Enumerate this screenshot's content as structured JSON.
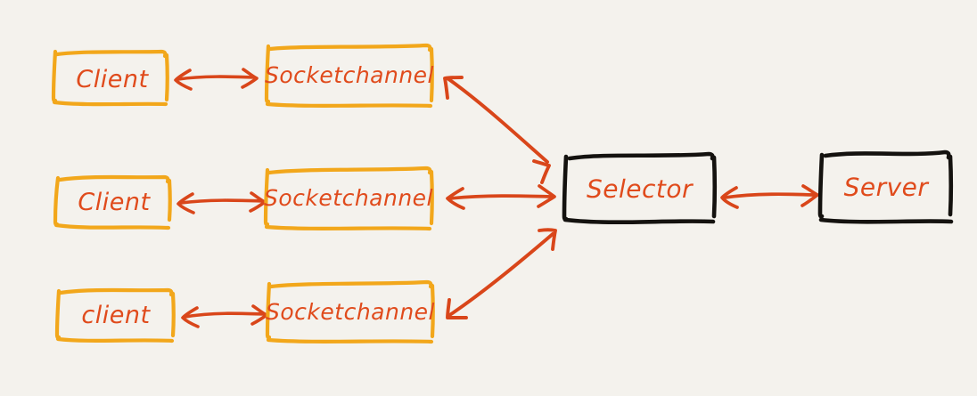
{
  "diagram": {
    "title": "Java NIO Selector multiplexing diagram",
    "background_color": "#f4f2ed",
    "palette": {
      "amber_box_stroke": "#f2a71b",
      "orange_text": "#e04b1c",
      "orange_arrow": "#d9461a",
      "black_box_stroke": "#14120f"
    },
    "style": "hand-drawn sketch"
  },
  "nodes": [
    {
      "id": "client-1",
      "label": "Client",
      "role": "client",
      "stroke": "amber",
      "row": 1,
      "column": 1
    },
    {
      "id": "socket-1",
      "label": "Socketchannel",
      "role": "socketchannel",
      "stroke": "amber",
      "row": 1,
      "column": 2
    },
    {
      "id": "client-2",
      "label": "Client",
      "role": "client",
      "stroke": "amber",
      "row": 2,
      "column": 1
    },
    {
      "id": "socket-2",
      "label": "Socketchannel",
      "role": "socketchannel",
      "stroke": "amber",
      "row": 2,
      "column": 2
    },
    {
      "id": "client-3",
      "label": "client",
      "role": "client",
      "stroke": "amber",
      "row": 3,
      "column": 1
    },
    {
      "id": "socket-3",
      "label": "Socketchannel",
      "role": "socketchannel",
      "stroke": "amber",
      "row": 3,
      "column": 2
    },
    {
      "id": "selector",
      "label": "Selector",
      "role": "selector",
      "stroke": "black",
      "row": 2,
      "column": 3
    },
    {
      "id": "server",
      "label": "Server",
      "role": "server",
      "stroke": "black",
      "row": 2,
      "column": 4
    }
  ],
  "edges": [
    {
      "id": "edge-client1-socket1",
      "from": "client-1",
      "to": "socket-1",
      "direction": "bidirectional",
      "orientation": "horizontal",
      "color": "#d9461a"
    },
    {
      "id": "edge-client2-socket2",
      "from": "client-2",
      "to": "socket-2",
      "direction": "bidirectional",
      "orientation": "horizontal",
      "color": "#d9461a"
    },
    {
      "id": "edge-client3-socket3",
      "from": "client-3",
      "to": "socket-3",
      "direction": "bidirectional",
      "orientation": "horizontal",
      "color": "#d9461a"
    },
    {
      "id": "edge-socket1-selector",
      "from": "socket-1",
      "to": "selector",
      "direction": "bidirectional",
      "orientation": "diagonal-down",
      "color": "#d9461a"
    },
    {
      "id": "edge-socket2-selector",
      "from": "socket-2",
      "to": "selector",
      "direction": "bidirectional",
      "orientation": "horizontal",
      "color": "#d9461a"
    },
    {
      "id": "edge-socket3-selector",
      "from": "socket-3",
      "to": "selector",
      "direction": "bidirectional",
      "orientation": "diagonal-up",
      "color": "#d9461a"
    },
    {
      "id": "edge-selector-server",
      "from": "selector",
      "to": "server",
      "direction": "bidirectional",
      "orientation": "horizontal",
      "color": "#d9461a"
    }
  ]
}
